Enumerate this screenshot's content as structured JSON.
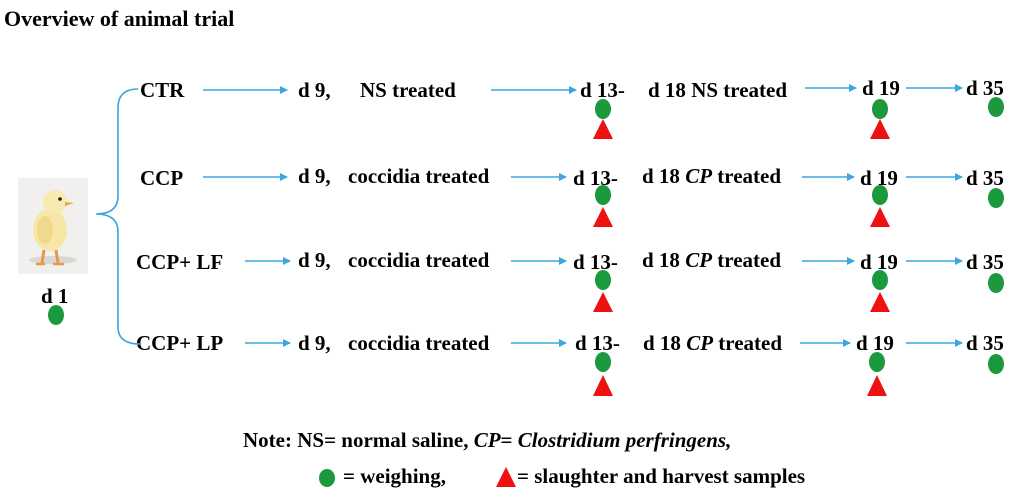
{
  "title": "Overview of animal trial",
  "start_label": "d 1",
  "rows": [
    {
      "group": "CTR",
      "step1_day": "d 9,",
      "step1_treatment": "NS treated",
      "step2_day": "d 13-",
      "step2_range": "d 18",
      "step2_agent": "",
      "step2_agent_plain": "NS",
      "step2_suffix": "treated",
      "step3_day": "d 19",
      "step4_day": "d 35"
    },
    {
      "group": "CCP",
      "step1_day": "d 9,",
      "step1_treatment": "coccidia treated",
      "step2_day": "d 13-",
      "step2_range": "d 18",
      "step2_agent": "CP",
      "step2_agent_plain": "",
      "step2_suffix": "treated",
      "step3_day": "d 19",
      "step4_day": "d 35"
    },
    {
      "group": "CCP+ LF",
      "step1_day": "d 9,",
      "step1_treatment": "coccidia treated",
      "step2_day": "d 13-",
      "step2_range": "d 18",
      "step2_agent": "CP",
      "step2_agent_plain": "",
      "step2_suffix": "treated",
      "step3_day": "d 19",
      "step4_day": "d 35"
    },
    {
      "group": "CCP+ LP",
      "step1_day": "d 9,",
      "step1_treatment": "coccidia treated",
      "step2_day": "d 13-",
      "step2_range": "d 18",
      "step2_agent": "CP",
      "step2_agent_plain": "",
      "step2_suffix": "treated",
      "step3_day": "d 19",
      "step4_day": "d 35"
    }
  ],
  "note": {
    "prefix": "Note: NS= normal saline,",
    "cp_abbrev": "CP",
    "eq": "=",
    "cp_full": "Clostridium perfringens,"
  },
  "legend": {
    "weighing": "= weighing,",
    "slaughter": "= slaughter and harvest samples"
  },
  "colors": {
    "arrow": "#3aa7dc",
    "bracket": "#3aa7dc",
    "weighing_marker": "#1a9a3c",
    "slaughter_marker": "#ee1111"
  },
  "icons": {
    "chick": "chick-photo",
    "weighing": "green-oval",
    "slaughter": "red-triangle"
  }
}
